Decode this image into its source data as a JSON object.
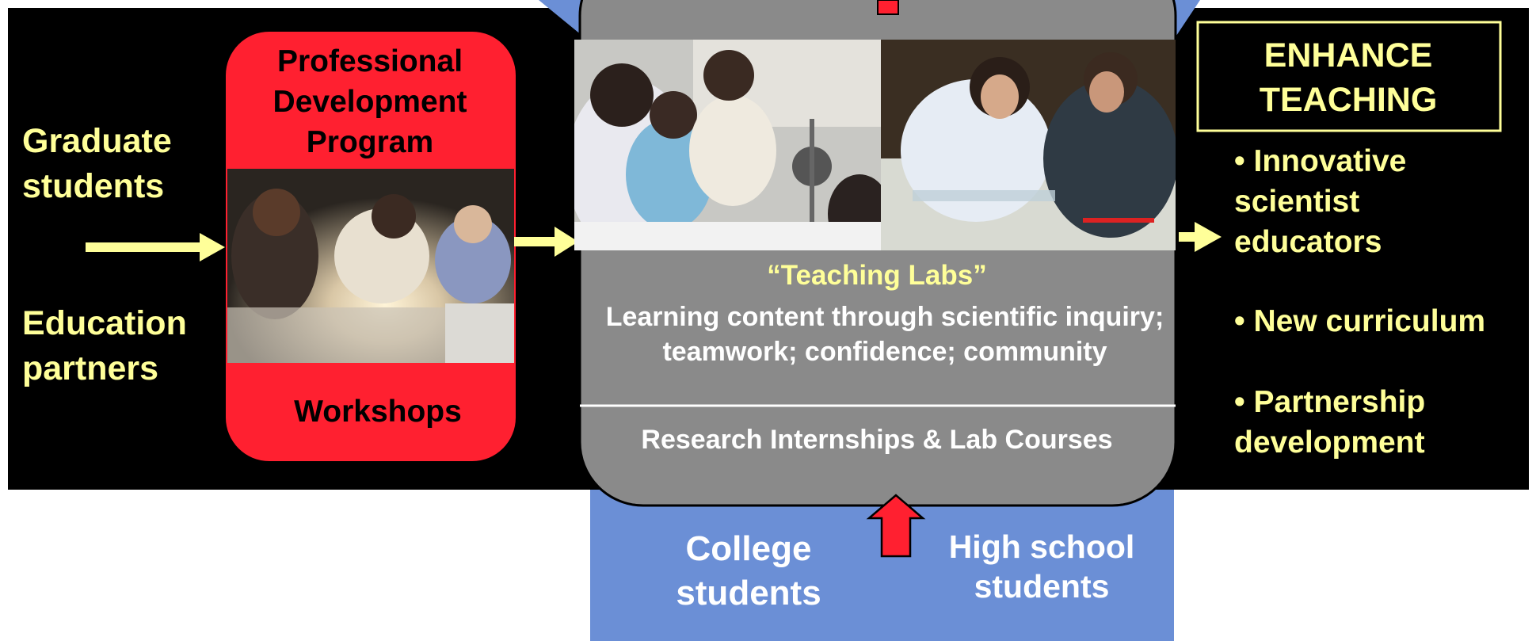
{
  "left": {
    "graduate_students": "Graduate students",
    "education_partners": "Education partners"
  },
  "pd_box": {
    "title": "Professional Development Program",
    "workshops": "Workshops"
  },
  "center": {
    "teaching_labs": "“Teaching Labs”",
    "learning": "Learning content through scientific inquiry; teamwork; confidence; community",
    "research": "Research Internships & Lab Courses"
  },
  "bottom": {
    "college_students": "College students",
    "high_school_students": "High school students"
  },
  "right": {
    "enhance_teaching": "ENHANCE TEACHING",
    "bullets": [
      "• Innovative scientist educators",
      "• New curriculum",
      "• Partnership development"
    ]
  },
  "colors": {
    "background": "#000000",
    "accent_yellow": "#ffff99",
    "red": "#ff2030",
    "gray": "#8a8a8a",
    "blue": "#6b8fd6"
  }
}
